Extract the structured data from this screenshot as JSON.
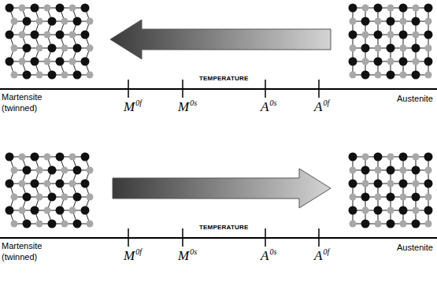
{
  "diagram": {
    "labels": [
      "TEMPERATURE",
      "M",
      "0f",
      "M",
      "0s",
      "A",
      "0s",
      "A",
      "0f",
      "Martensite (twinned)",
      "Austenite",
      "TEMPERATURE",
      "M",
      "0f",
      "M",
      "0s",
      "A",
      "0s",
      "A",
      "0f",
      "Martensite (twinned)",
      "Austenite"
    ]
  }
}
